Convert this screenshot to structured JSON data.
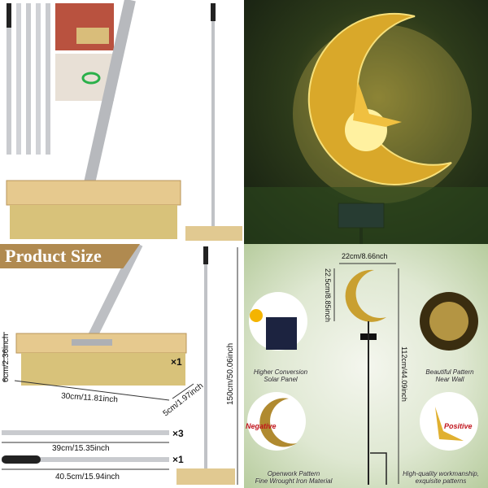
{
  "product_size": {
    "banner": "Product Size",
    "brush_height": "6cm/2.36inch",
    "brush_length": "30cm/11.81inch",
    "brush_width": "5cm/1.97inch",
    "brush_qty": "×1",
    "pole_length": "39cm/15.35inch",
    "pole_qty": "×3",
    "handle_length": "40.5cm/15.94inch",
    "handle_qty": "×1",
    "total_length": "150cm/50.06inch"
  },
  "light_specs": {
    "width": "22cm/8.66nch",
    "moon_height": "22.5cm/8.85inch",
    "total_height": "112cm/44.09inch",
    "features": [
      {
        "caption": "Higher Conversion\nSolar Panel"
      },
      {
        "caption": "Beautiful Pattern\nNear Wall"
      },
      {
        "caption": "Openwork Pattern\nFine Wrought Iron Material",
        "tag": "Negative"
      },
      {
        "caption": "High-quality workmanship,\nexquisite patterns",
        "tag": "Positive"
      }
    ]
  },
  "colors": {
    "banner": "#b08a50",
    "negative": "#c0141c",
    "positive": "#c0141c",
    "bristle": "#d8c27a",
    "wood": "#e6c98e"
  }
}
